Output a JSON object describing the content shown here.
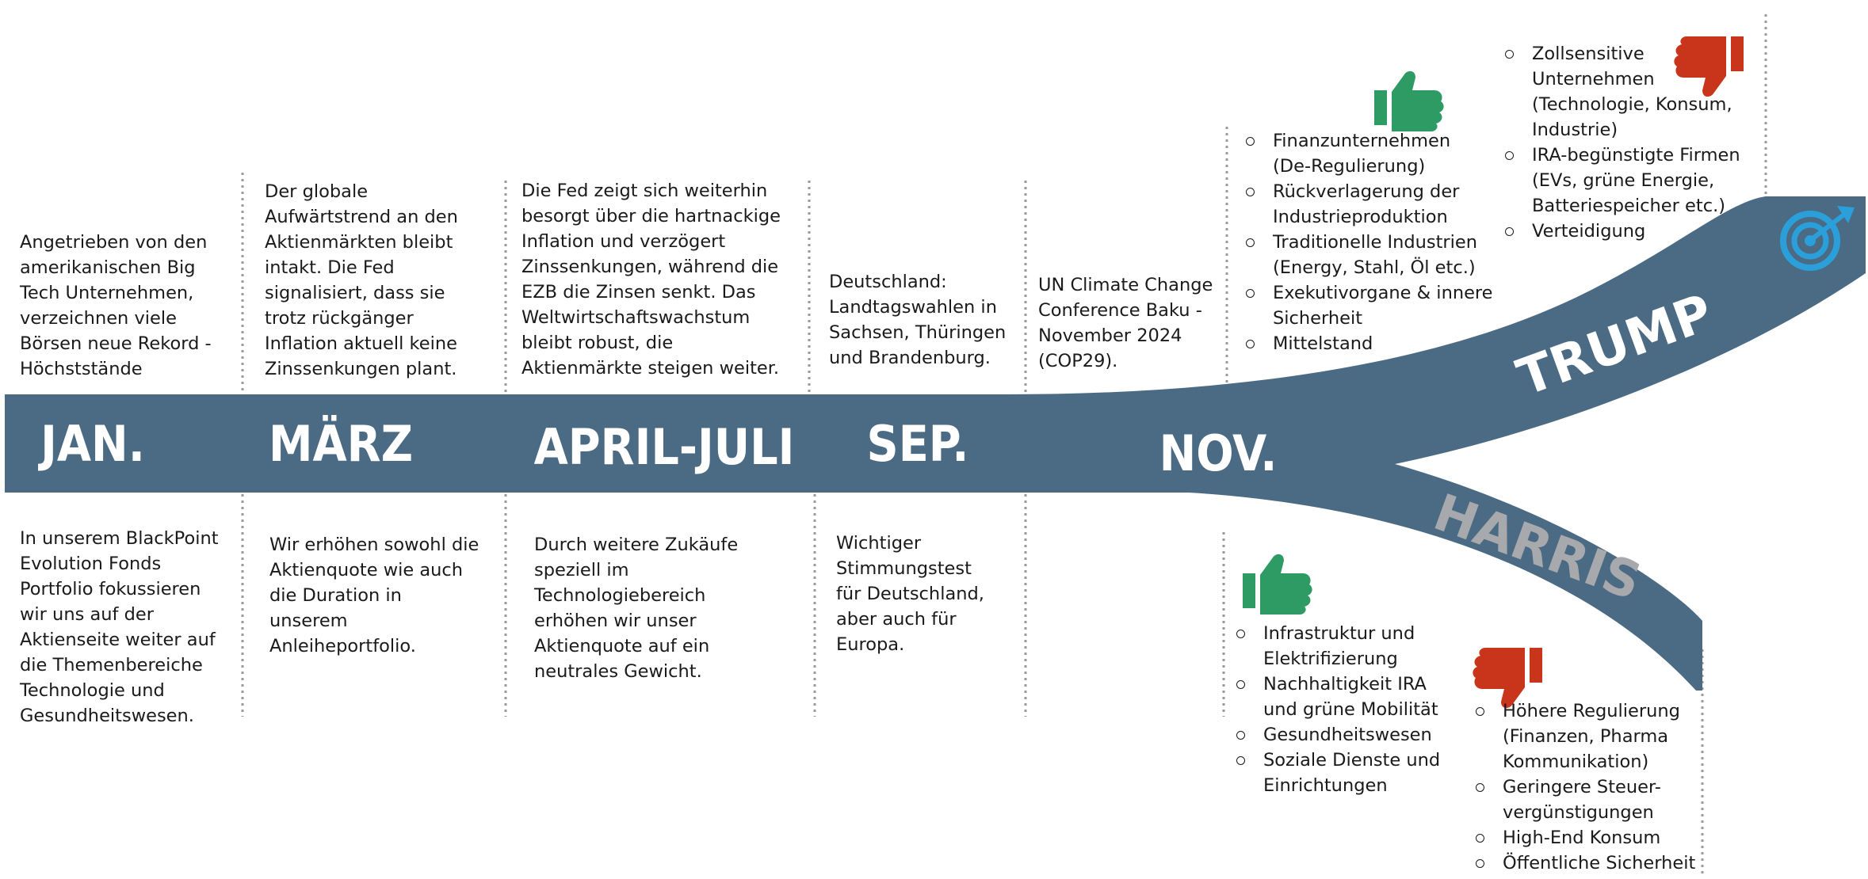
{
  "colors": {
    "band": "#4b6b84",
    "trump_label": "#ffffff",
    "harris_label": "#a7a9ac",
    "thumb_up": "#2e9a64",
    "thumb_down": "#c8351b",
    "target": "#2b9fd9",
    "divider": "#9a9a9a"
  },
  "months": {
    "jan": "JAN.",
    "maerz": "MÄRZ",
    "april_juli": "APRIL-JULI",
    "sep": "SEP.",
    "nov": "NOV."
  },
  "branches": {
    "trump": "TRUMP",
    "harris": "HARRIS"
  },
  "top_texts": {
    "jan": "Angetrieben von den\namerikanischen Big\nTech Unternehmen,\nverzeichnen viele\nBörsen neue Rekord -\nHöchststände",
    "maerz": "Der globale\nAufwärtstrend an den\nAktienmärkten bleibt\nintakt. Die Fed\nsignalisiert, dass sie\ntrotz rückgänger\nInflation aktuell keine\nZinssenkungen plant.",
    "april_juli": "Die Fed zeigt sich weiterhin\nbesorgt über die hartnackige\nInflation und verzögert\nZinssenkungen, während die\nEZB die Zinsen senkt. Das\nWeltwirtschaftswachstum\nbleibt robust, die\nAktienmärkte steigen weiter.",
    "sep": "Deutschland:\nLandtagswahlen in\nSachsen, Thüringen\nund Brandenburg.",
    "nov": "UN Climate Change\nConference Baku -\nNovember 2024\n(COP29)."
  },
  "bottom_texts": {
    "jan": "In unserem BlackPoint\nEvolution Fonds\nPortfolio fokussieren\nwir uns auf der\nAktienseite weiter auf\ndie Themenbereiche\nTechnologie und\nGesundheitswesen.",
    "maerz": "Wir erhöhen sowohl die\nAktienquote wie auch\ndie Duration in\nunserem\nAnleiheportfolio.",
    "april_juli": "Durch weitere Zukäufe\nspeziell im\nTechnologiebereich\nerhöhen wir unser\nAktienquote auf ein\nneutrales Gewicht.",
    "sep": "Wichtiger\nStimmungstest\nfür Deutschland,\naber auch für\nEuropa."
  },
  "trump_winners": [
    "Finanzunternehmen\n(De-Regulierung)",
    "Rückverlagerung der\nIndustrieproduktion",
    "Traditionelle Industrien\n(Energy, Stahl, Öl etc.)",
    "Exekutivorgane & innere\nSicherheit",
    "Mittelstand"
  ],
  "trump_losers": [
    "Zollsensitive\nUnternehmen\n(Technologie, Konsum,\nIndustrie)",
    "IRA-begünstigte Firmen\n(EVs, grüne Energie,\nBatteriespeicher etc.)",
    "Verteidigung"
  ],
  "harris_winners": [
    "Infrastruktur und\nElektrifizierung",
    "Nachhaltigkeit IRA\nund grüne Mobilität",
    "Gesundheitswesen",
    "Soziale Dienste und\nEinrichtungen"
  ],
  "harris_losers": [
    "Höhere Regulierung\n(Finanzen, Pharma\nKommunikation)",
    "Geringere Steuer-\nvergünstigungen",
    "High-End Konsum",
    "Öffentliche Sicherheit"
  ],
  "icons": {
    "trump_winners": "thumbs-up-icon",
    "trump_losers": "thumbs-down-icon",
    "harris_winners": "thumbs-up-icon",
    "harris_losers": "thumbs-down-icon",
    "target": "target-icon"
  }
}
